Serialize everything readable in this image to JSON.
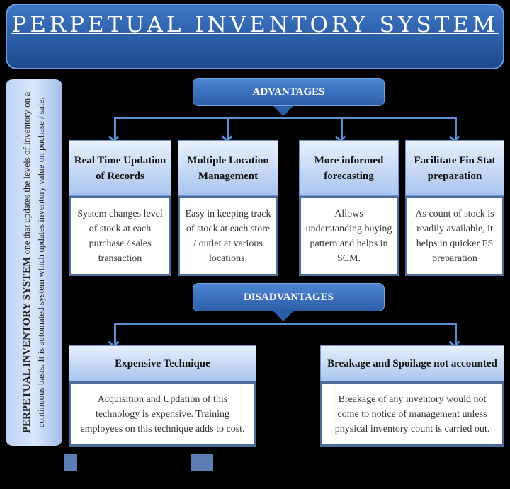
{
  "title": "PERPETUAL INVENTORY SYSTEM",
  "side": {
    "bold": "PERPETUAL INVENTORY SYSTEM",
    "text": " one that updates the levels of inventory on a continuous basis. It is automated system which updates inventory value on puchase / sale."
  },
  "advantages": {
    "label": "ADVANTAGES",
    "items": [
      {
        "title": "Real Time Updation of Records",
        "body": "System changes level of stock at each purchase / sales transaction"
      },
      {
        "title": "Multiple Location Management",
        "body": "Easy in keeping track of stock at each store / outlet at various locations."
      },
      {
        "title": "More informed forecasting",
        "body": "Allows understanding buying pattern and helps in SCM."
      },
      {
        "title": "Facilitate Fin Stat preparation",
        "body": "As count of stock is readily available, it helps in quicker FS preparation"
      }
    ]
  },
  "disadvantages": {
    "label": "DISADVANTAGES",
    "items": [
      {
        "title": "Expensive Technique",
        "body": "Acquisition and Updation of this technology is expensive. Training employees on this technique adds to cost."
      },
      {
        "title": "Breakage and Spoilage not accounted",
        "body": "Breakage of any inventory would not come to notice of management unless physical inventory count is carried out."
      }
    ]
  }
}
